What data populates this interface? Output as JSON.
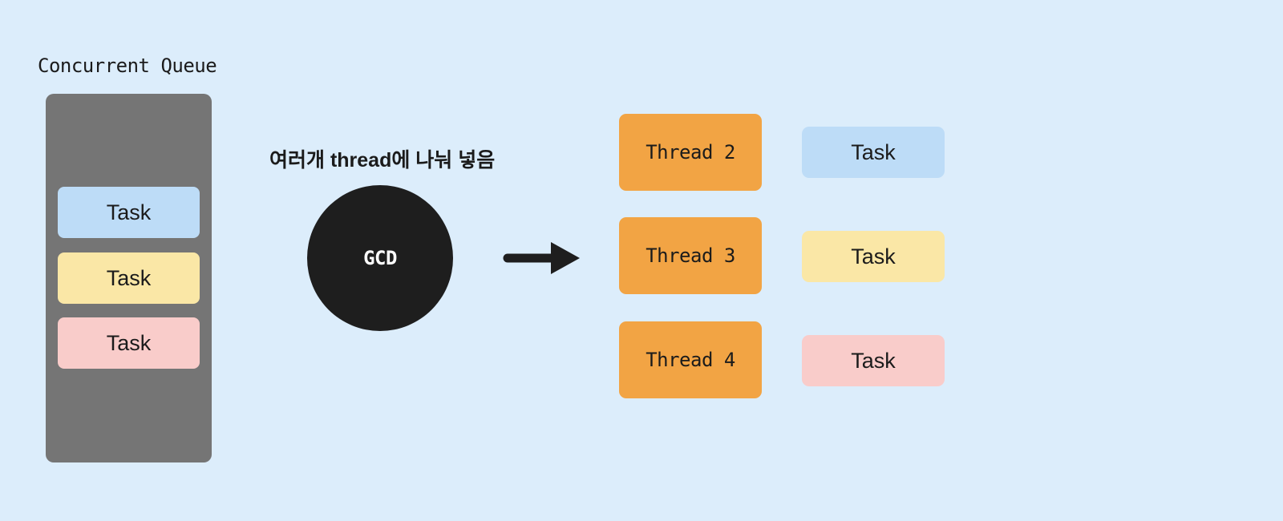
{
  "page": {
    "background": "#dcedfb",
    "text_color": "#1b1b1b"
  },
  "title": {
    "label": "Concurrent Queue"
  },
  "queue": {
    "container_color": "#757575",
    "tasks": [
      {
        "label": "Task",
        "color": "#bddcf7"
      },
      {
        "label": "Task",
        "color": "#fae7a6"
      },
      {
        "label": "Task",
        "color": "#f9ccca"
      }
    ]
  },
  "annotation": {
    "label": "여러개 thread에 나눠 넣음"
  },
  "gcd": {
    "label": "GCD",
    "color": "#1e1e1e",
    "text_color": "#ffffff"
  },
  "arrow": {
    "color": "#1e1e1e"
  },
  "threads": [
    {
      "label": "Thread 2",
      "color": "#f2a444"
    },
    {
      "label": "Thread 3",
      "color": "#f2a444"
    },
    {
      "label": "Thread 4",
      "color": "#f2a444"
    }
  ],
  "assigned_tasks": [
    {
      "label": "Task",
      "color": "#bddcf7"
    },
    {
      "label": "Task",
      "color": "#fae7a6"
    },
    {
      "label": "Task",
      "color": "#f9ccca"
    }
  ]
}
